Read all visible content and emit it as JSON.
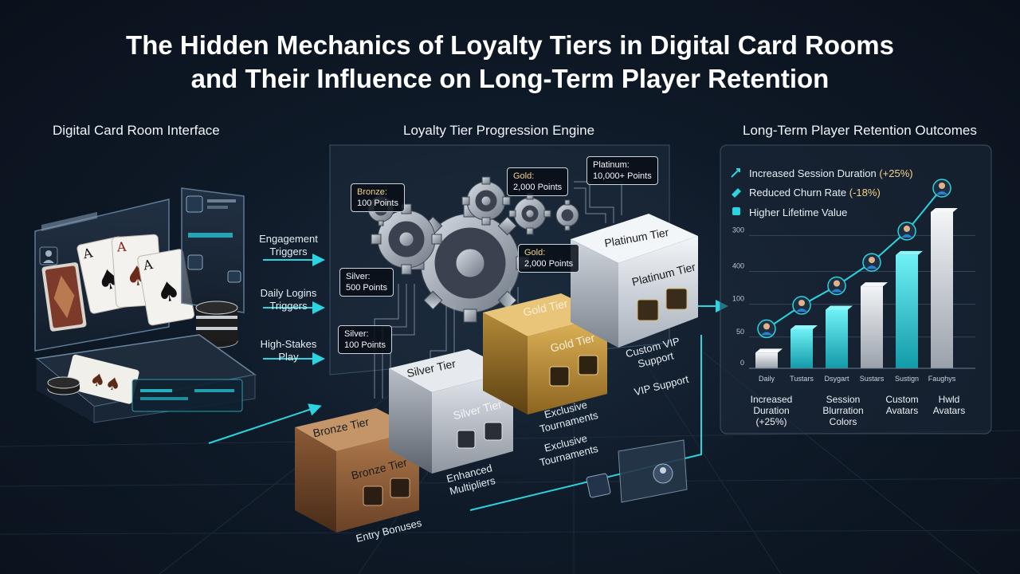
{
  "title": {
    "line1": "The Hidden Mechanics of Loyalty Tiers in Digital Card Rooms",
    "line2": "and Their Influence on Long-Term Player Retention"
  },
  "sections": {
    "left": "Digital Card Room Interface",
    "middle": "Loyalty Tier Progression Engine",
    "right": "Long-Term Player Retention Outcomes"
  },
  "triggers": [
    {
      "line1": "Engagement",
      "line2": "Triggers"
    },
    {
      "line1": "Daily Logins",
      "line2": "Triggers"
    },
    {
      "line1": "High-Stakes",
      "line2": "Play"
    }
  ],
  "point_tags": {
    "bronze": {
      "name": "Bronze:",
      "points": "100 Points"
    },
    "silver_a": {
      "name": "Silver:",
      "points": "500 Points"
    },
    "silver_b": {
      "name": "Silver:",
      "points": "100 Points"
    },
    "gold_a": {
      "name": "Gold:",
      "points": "2,000 Points"
    },
    "gold_b": {
      "name": "Gold:",
      "points": "2,000 Points"
    },
    "platinum": {
      "name": "Platinum:",
      "points": "10,000+ Points"
    }
  },
  "tiers": [
    {
      "top": "Bronze Tier",
      "front": "Bronze Tier",
      "benefit": "Entry Bonuses",
      "color": "#9a6a44"
    },
    {
      "top": "Silver Tier",
      "front": "Silver Tier",
      "benefit": "Enhanced Multipliers",
      "color": "#b8bec6"
    },
    {
      "top": "Gold Tier",
      "front": "Gold Tier",
      "benefit": "Exclusive Tournaments",
      "color": "#c69a3c"
    },
    {
      "top": "Platinum Tier",
      "front": "Platinum Tier",
      "benefit": "Custom VIP Support",
      "color": "#d9dfe7"
    }
  ],
  "extra_benefits": {
    "exclusive": "Exclusive Tournaments",
    "vip": "VIP Support"
  },
  "retention": {
    "legend": [
      {
        "icon": "trend-up-icon",
        "text": "Increased Session Duration",
        "value": "(+25%)"
      },
      {
        "icon": "churn-icon",
        "text": "Reduced Churn Rate",
        "value": "(-18%)"
      },
      {
        "icon": "lifetime-value-icon",
        "text": "Higher Lifetime Value",
        "value": ""
      }
    ],
    "bottom_labels": [
      {
        "line1": "Increased",
        "line2": "Duration",
        "line3": "(+25%)"
      },
      {
        "line1": "Session",
        "line2": "Blurration",
        "line3": "Colors"
      },
      {
        "line1": "Custom",
        "line2": "Avatars",
        "line3": ""
      },
      {
        "line1": "Hwld",
        "line2": "Avatars",
        "line3": ""
      }
    ],
    "accent": "#2ad4e0"
  },
  "chart_data": {
    "type": "bar",
    "categories": [
      "Daily",
      "Tustars",
      "Dsygart",
      "Sustars",
      "Sustign",
      "Faughys"
    ],
    "values": [
      20,
      50,
      75,
      105,
      145,
      200
    ],
    "y_ticks": [
      "0",
      "50",
      "100",
      "400",
      "300"
    ],
    "ylim": [
      0,
      200
    ],
    "title": "",
    "xlabel": "",
    "ylabel": ""
  }
}
